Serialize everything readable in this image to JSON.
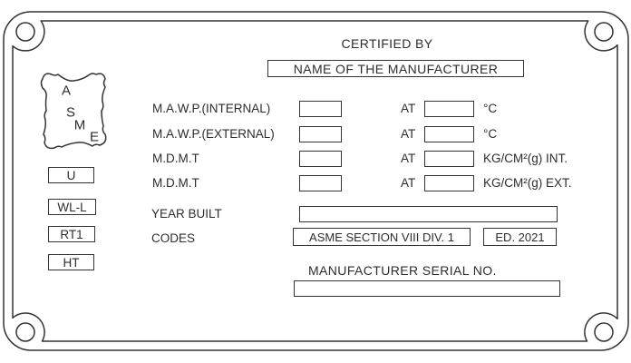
{
  "colors": {
    "line": "#333333",
    "text": "#2d2d2d",
    "background": "#ffffff"
  },
  "header": {
    "certified_by": "CERTIFIED BY",
    "manufacturer_name": "NAME OF THE MANUFACTURER"
  },
  "stamp": {
    "letters": [
      "A",
      "S",
      "M",
      "E"
    ]
  },
  "designators": [
    {
      "label": "U"
    },
    {
      "label": "WL-L"
    },
    {
      "label": "RT1"
    },
    {
      "label": "HT"
    }
  ],
  "rows": [
    {
      "label": "M.A.W.P.(INTERNAL)",
      "value": "",
      "at_label": "AT",
      "at_value": "",
      "unit": "°C"
    },
    {
      "label": "M.A.W.P.(EXTERNAL)",
      "value": "",
      "at_label": "AT",
      "at_value": "",
      "unit": "°C"
    },
    {
      "label": "M.D.M.T",
      "value": "",
      "at_label": "AT",
      "at_value": "",
      "unit": "KG/CM²(g) INT."
    },
    {
      "label": "M.D.M.T",
      "value": "",
      "at_label": "AT",
      "at_value": "",
      "unit": "KG/CM²(g) EXT."
    }
  ],
  "year_built": {
    "label": "YEAR BUILT",
    "value": ""
  },
  "codes": {
    "label": "CODES",
    "code": "ASME SECTION VIII DIV. 1",
    "edition": "ED. 2021"
  },
  "serial": {
    "label": "MANUFACTURER SERIAL NO.",
    "value": ""
  }
}
